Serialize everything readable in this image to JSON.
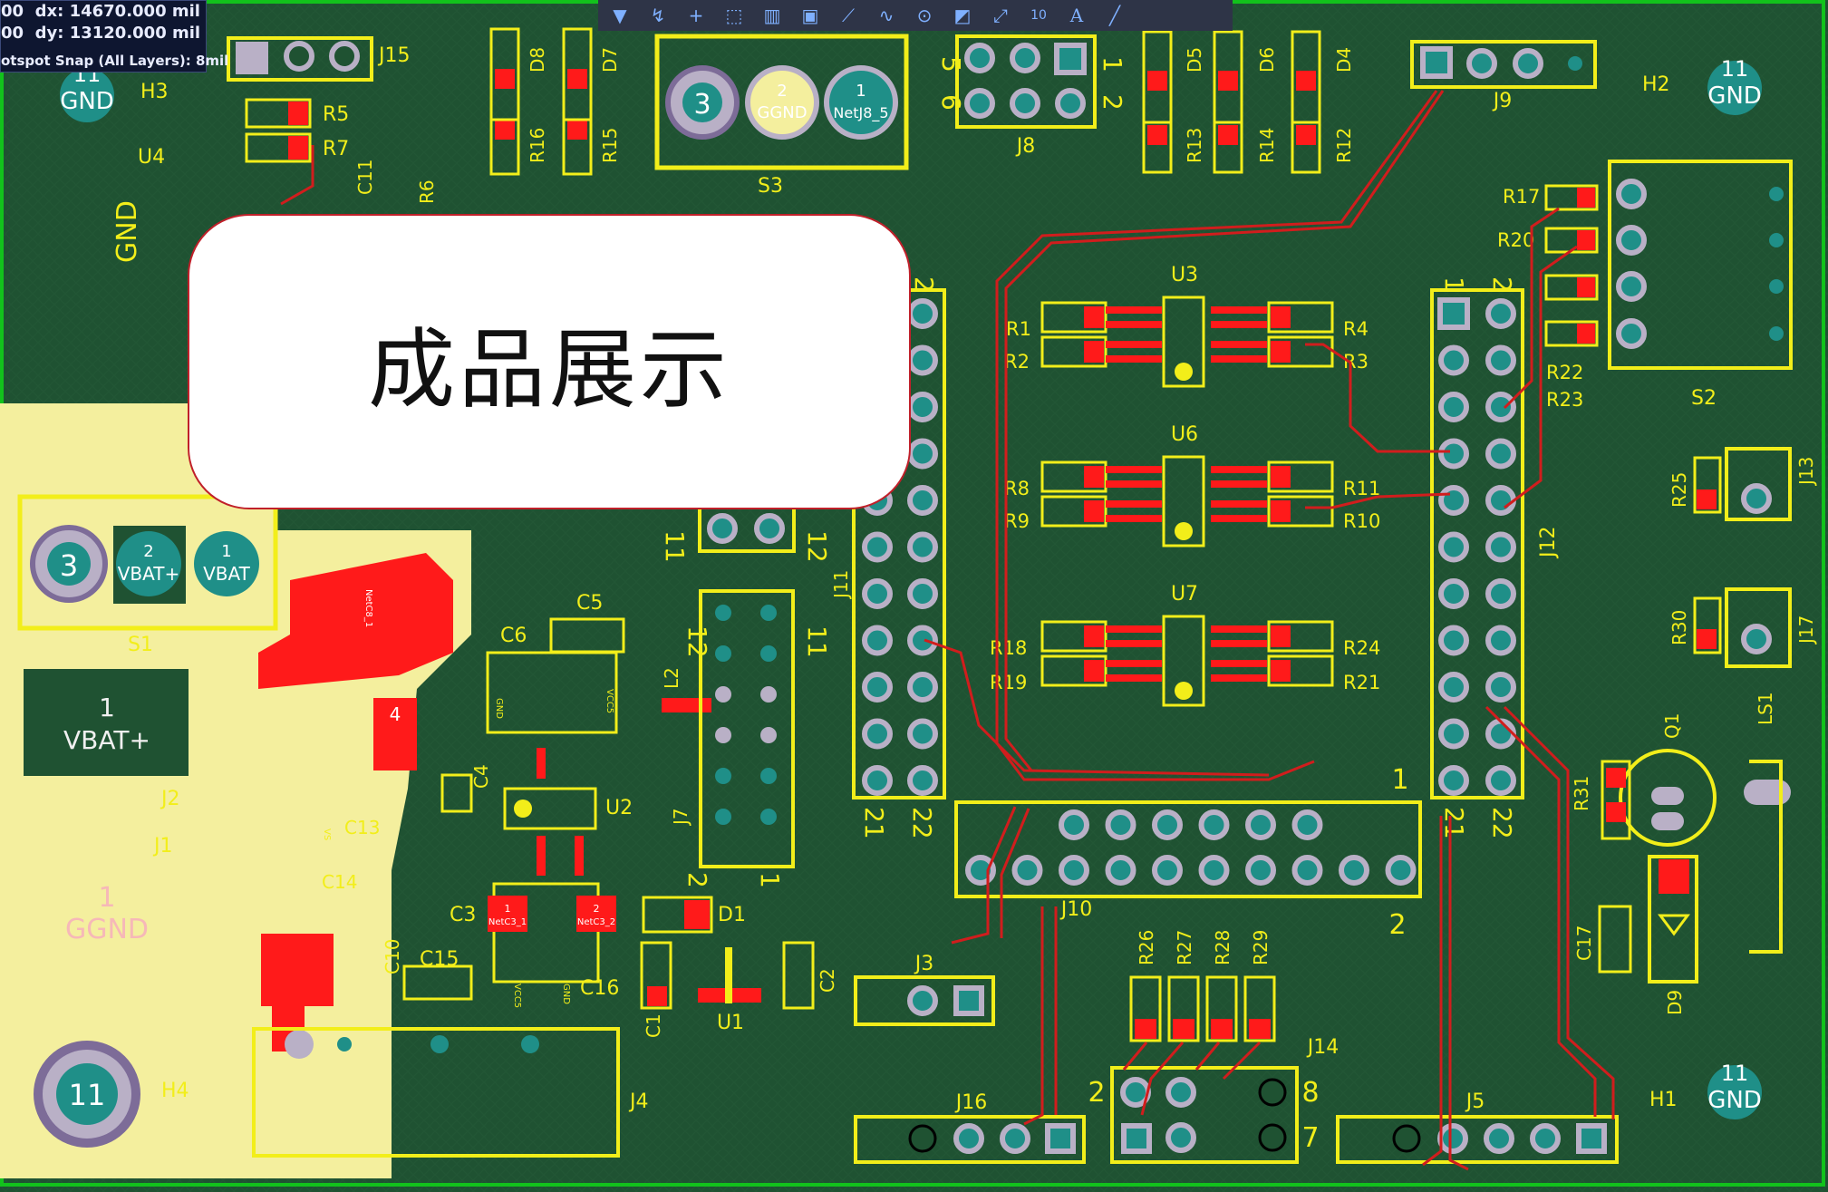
{
  "hud": {
    "dx": "dx:  14670.000 mil",
    "dy": "dy:  13120.000 mil",
    "prefix_dx": "00",
    "prefix_dy": "00",
    "snap": "otspot Snap (All Layers): 8mil"
  },
  "toolbar": {
    "icons": [
      "filter-icon",
      "route-icon",
      "cross-icon",
      "select-rect-icon",
      "chart-icon",
      "chip-icon",
      "line-icon",
      "arc-icon",
      "pin-icon",
      "polygon-icon",
      "connect-icon",
      "string-icon",
      "text-icon",
      "draw-icon"
    ],
    "text_tool_label": "A",
    "num_label": "10"
  },
  "overlay": {
    "title": "成品展示"
  },
  "designators": {
    "J15": "J15",
    "H3": "H3",
    "U4": "U4",
    "R5": "R5",
    "R7": "R7",
    "C11": "C11",
    "R6": "R6",
    "D8": "D8",
    "D7": "D7",
    "R16": "R16",
    "R15": "R15",
    "S3": "S3",
    "J8": "J8",
    "D5": "D5",
    "D6": "D6",
    "D4": "D4",
    "R13": "R13",
    "R14": "R14",
    "R12": "R12",
    "J9": "J9",
    "H2": "H2",
    "R17": "R17",
    "R20": "R20",
    "R22": "R22",
    "R23": "R23",
    "S2": "S2",
    "U3": "U3",
    "R1": "R1",
    "R2": "R2",
    "R4": "R4",
    "R3": "R3",
    "U6": "U6",
    "R8": "R8",
    "R9": "R9",
    "R11": "R11",
    "R10": "R10",
    "U7": "U7",
    "R18": "R18",
    "R19": "R19",
    "R24": "R24",
    "R21": "R21",
    "J12": "J12",
    "J13": "J13",
    "R25": "R25",
    "J17": "J17",
    "R30": "R30",
    "Q1": "Q1",
    "LS1": "LS1",
    "R31": "R31",
    "D9": "D9",
    "C17": "C17",
    "S1": "S1",
    "J2": "J2",
    "J1": "J1",
    "C13": "C13",
    "C14": "C14",
    "C10": "C10",
    "C15": "C15",
    "H4": "H4",
    "J4": "J4",
    "C6": "C6",
    "C5": "C5",
    "C4": "C4",
    "U2": "U2",
    "L2": "L2",
    "J7": "J7",
    "C3": "C3",
    "D1": "D1",
    "C16": "C16",
    "C1": "C1",
    "U1": "U1",
    "C2": "C2",
    "J11": "J11",
    "J10": "J10",
    "J3": "J3",
    "R26": "R26",
    "R27": "R27",
    "R28": "R28",
    "R29": "R29",
    "J14": "J14",
    "J16": "J16",
    "J5": "J5",
    "H1": "H1"
  },
  "pin_labels": {
    "gnd": "GND",
    "eleven": "11",
    "three": "3",
    "two": "2",
    "one": "1",
    "ggnd": "GGND",
    "vbat": "VBAT",
    "vbat_plus": "VBAT+",
    "netj8": "NetJ8_5",
    "netc3_1": "NetC3_1",
    "netc3_2": "NetC3_2",
    "netc8": "NetC8_1",
    "four": "4",
    "five": "5",
    "six": "6",
    "seven": "7",
    "eight": "8",
    "twelve": "12",
    "twentyone": "21",
    "twentytwo": "22",
    "gnd_small": "GND",
    "vcc5": "VCC5",
    "vs": "VS",
    "gnd_lower": "GND",
    "plus": "+"
  },
  "colors": {
    "board": "#1f5232",
    "silk": "#f2ee1a",
    "copper": "#ff1a1a",
    "trace": "#d11d1d",
    "pad": "#b9b0c6",
    "teal": "#1f8f88",
    "fill": "#f4ef9e",
    "hud_bg": "#0e1630"
  }
}
